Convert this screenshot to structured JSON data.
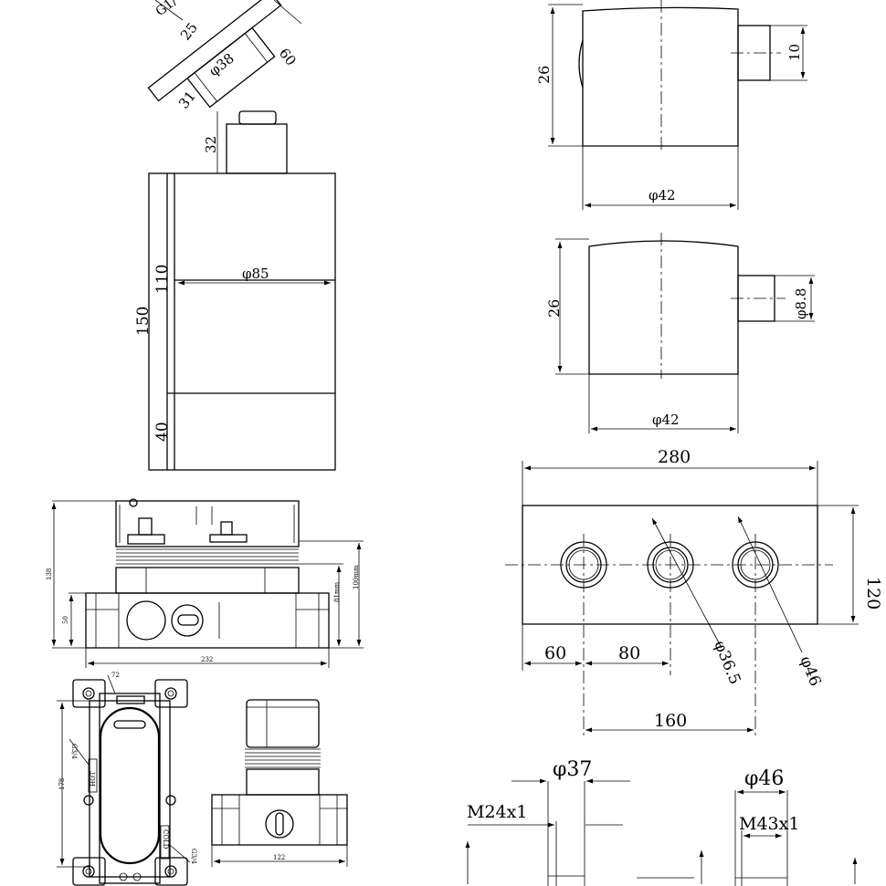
{
  "head_view": {
    "labels": {
      "g": "G1/",
      "d25": "25",
      "d38": "φ38",
      "d60": "60",
      "d31": "31",
      "d32": "32"
    }
  },
  "body_view": {
    "labels": {
      "d150": "150",
      "d110": "110",
      "d85": "φ85",
      "d40": "40"
    }
  },
  "knob_top": {
    "labels": {
      "h": "26",
      "pin": "10",
      "dia": "φ42"
    }
  },
  "knob_bottom": {
    "labels": {
      "h": "26",
      "pin": "φ8.8",
      "dia": "φ42"
    }
  },
  "plate": {
    "labels": {
      "w": "280",
      "h": "120",
      "d60": "60",
      "d80": "80",
      "d160": "160",
      "hole1": "φ36.5",
      "hole2": "φ46"
    }
  },
  "valve_side": {
    "labels": {
      "h138": "138",
      "h50": "50",
      "h81": "81mm",
      "h100": "100mm",
      "w232": "232"
    }
  },
  "box_front": {
    "labels": {
      "top": "72",
      "h178": "178",
      "g1": "G3/4",
      "hot": "HOT",
      "cold": "COLD",
      "g2": "G3/4"
    }
  },
  "valve_front": {
    "labels": {
      "w122": "122"
    }
  },
  "threads": {
    "labels": {
      "d37": "φ37",
      "m24": "M24x1",
      "d46": "φ46",
      "m43": "M43x1"
    }
  }
}
